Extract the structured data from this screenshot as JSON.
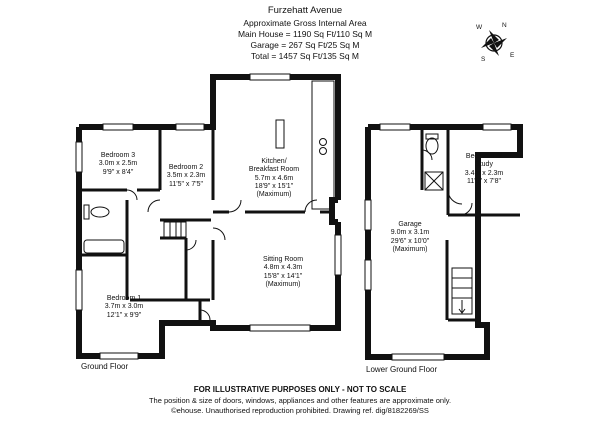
{
  "header": {
    "address": "Furzehatt Avenue",
    "subtitle": "Approximate Gross Internal Area",
    "main_house": "Main House = 1190 Sq Ft/110 Sq M",
    "garage": "Garage = 267 Sq Ft/25 Sq M",
    "total": "Total = 1457 Sq Ft/135 Sq M"
  },
  "compass": {
    "n": "N",
    "e": "E",
    "s": "S",
    "w": "W"
  },
  "rooms": {
    "bedroom3": {
      "name": "Bedroom 3",
      "metric": "3.0m x 2.5m",
      "imperial": "9'9\" x 8'4\""
    },
    "bedroom2": {
      "name": "Bedroom 2",
      "metric": "3.5m x 2.3m",
      "imperial": "11'5\" x 7'5\""
    },
    "kitchen": {
      "name": "Kitchen/",
      "name2": "Breakfast Room",
      "metric": "5.7m x 4.6m",
      "imperial": "18'9\" x 15'1\"",
      "note": "(Maximum)"
    },
    "bedroom1": {
      "name": "Bedroom 1",
      "metric": "3.7m x 3.0m",
      "imperial": "12'1\" x 9'9\""
    },
    "sitting": {
      "name": "Sitting Room",
      "metric": "4.8m x 4.3m",
      "imperial": "15'8\" x 14'1\"",
      "note": "(Maximum)"
    },
    "garage": {
      "name": "Garage",
      "metric": "9.0m x 3.1m",
      "imperial": "29'6\" x 10'0\"",
      "note": "(Maximum)"
    },
    "bedroom4": {
      "name": "Bedroom 4/",
      "name2": "Study",
      "metric": "3.4m x 2.3m",
      "imperial": "11'0\" x 7'8\""
    }
  },
  "floors": {
    "ground": "Ground Floor",
    "lower": "Lower Ground Floor"
  },
  "disclaimer": {
    "title": "FOR ILLUSTRATIVE PURPOSES ONLY - NOT TO SCALE",
    "line1": "The position & size of doors, windows, appliances and other features are approximate only.",
    "line2": "©ehouse. Unauthorised reproduction prohibited. Drawing ref. dig/8182269/SS"
  }
}
